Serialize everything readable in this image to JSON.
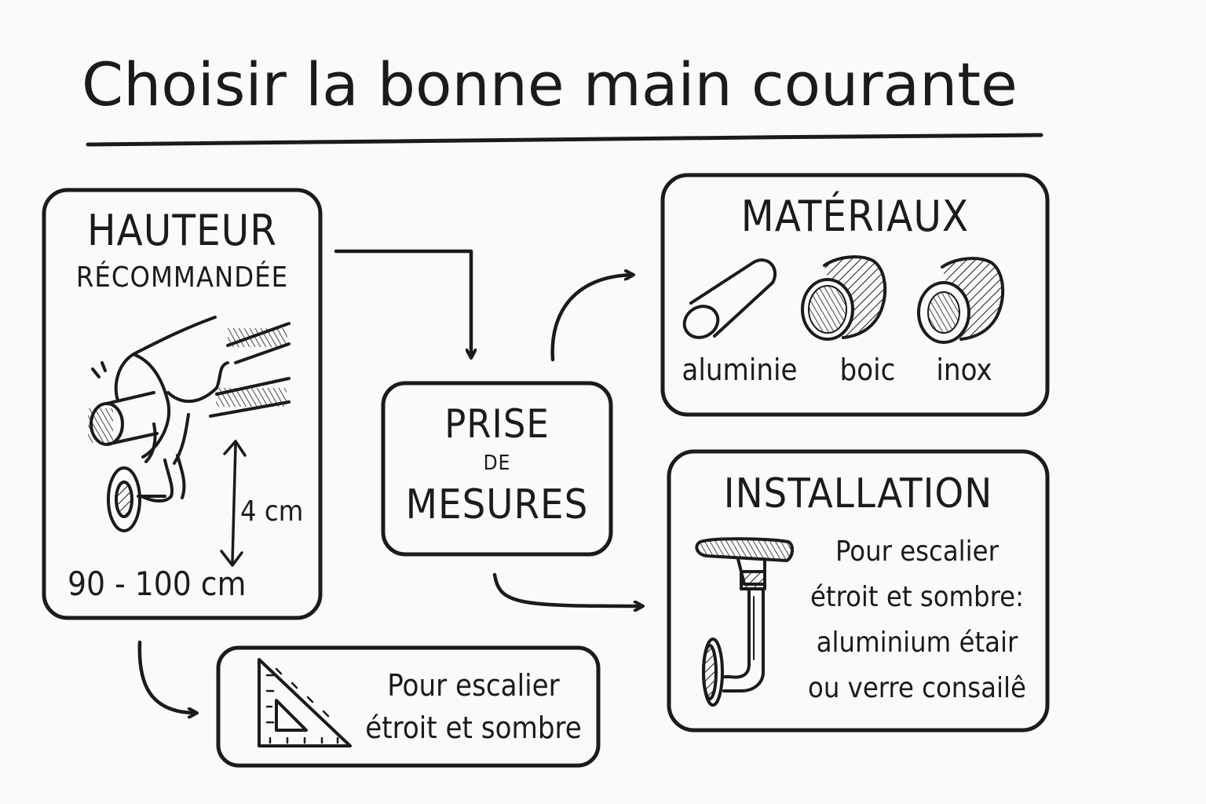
{
  "title": "Choisir la bonne main courante",
  "hauteur": {
    "heading": "HAUTEUR",
    "subheading": "RÉCOMMANDÉE",
    "gap_label": "4 cm",
    "height_label": "90 - 100 cm"
  },
  "prise": {
    "line1": "PRISE",
    "line2": "DE",
    "line3": "MESURES"
  },
  "materiaux": {
    "heading": "MATÉRIAUX",
    "items": [
      {
        "label": "aluminie",
        "icon": "aluminium-rod-icon"
      },
      {
        "label": "boic",
        "icon": "wood-rod-icon"
      },
      {
        "label": "inox",
        "icon": "inox-rod-icon"
      }
    ]
  },
  "installation": {
    "heading": "INSTALLATION",
    "lines": [
      "Pour escalier",
      "étroit et sombre:",
      "aluminium étair",
      "ou verre consailê"
    ]
  },
  "tip": {
    "lines": [
      "Pour escalier",
      "étroit et sombre"
    ]
  },
  "colors": {
    "ink": "#1b1b1b",
    "paper": "#fafafa"
  }
}
